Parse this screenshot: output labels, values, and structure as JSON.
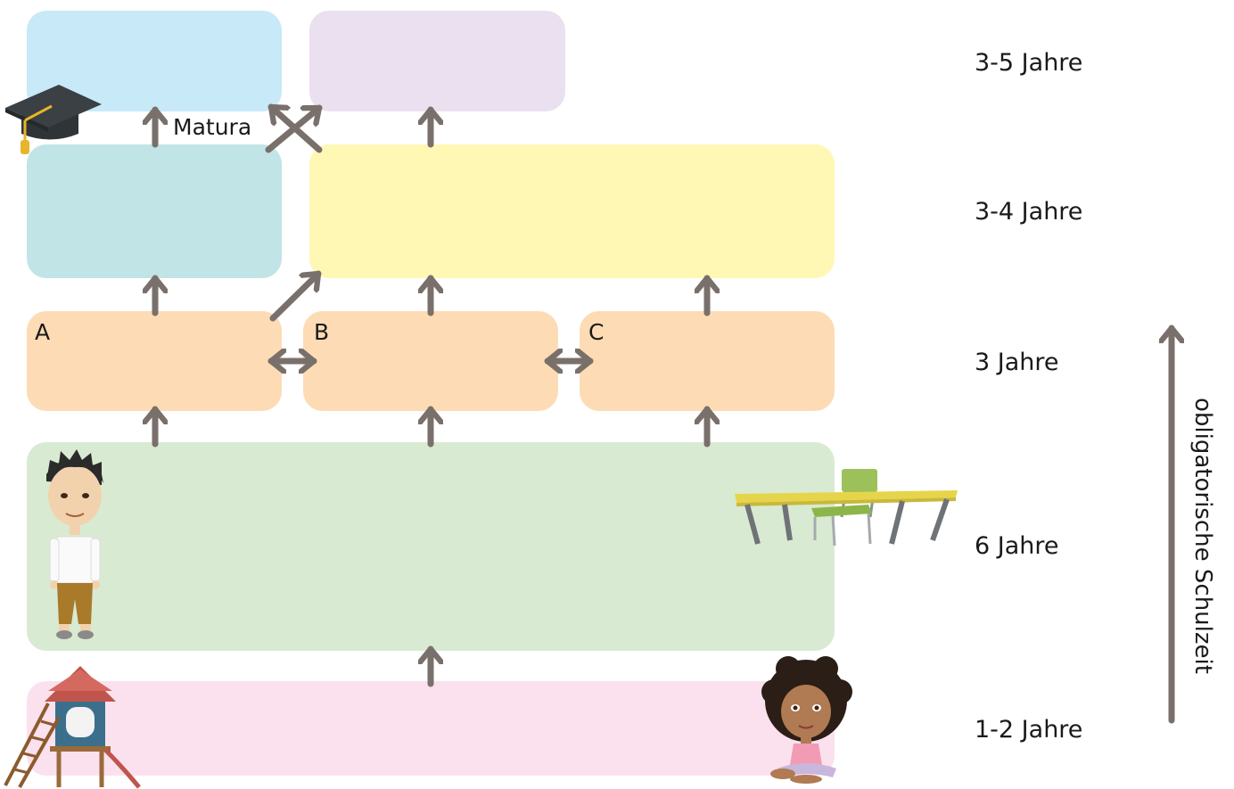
{
  "labels": {
    "matura": "Matura",
    "school_a": "A",
    "school_b": "B",
    "school_c": "C"
  },
  "durations": {
    "level5": "3-5 Jahre",
    "level4": "3-4 Jahre",
    "level3": "3 Jahre",
    "level2": "6 Jahre",
    "level1": "1-2 Jahre"
  },
  "side_label": "obligatorische Schulzeit",
  "colors": {
    "university": "#c7e9f8",
    "higher_education": "#ebe0ef",
    "gymnasium": "#c1e4e6",
    "vocational": "#fef8b4",
    "secondary": "#fddcb5",
    "primary": "#d9ead2",
    "kindergarten": "#fbe1ee",
    "arrow": "#7a706b"
  },
  "icons": [
    "graduation-cap-icon",
    "boy-figure-icon",
    "school-desk-icon",
    "playground-tower-icon",
    "girl-figure-icon"
  ]
}
